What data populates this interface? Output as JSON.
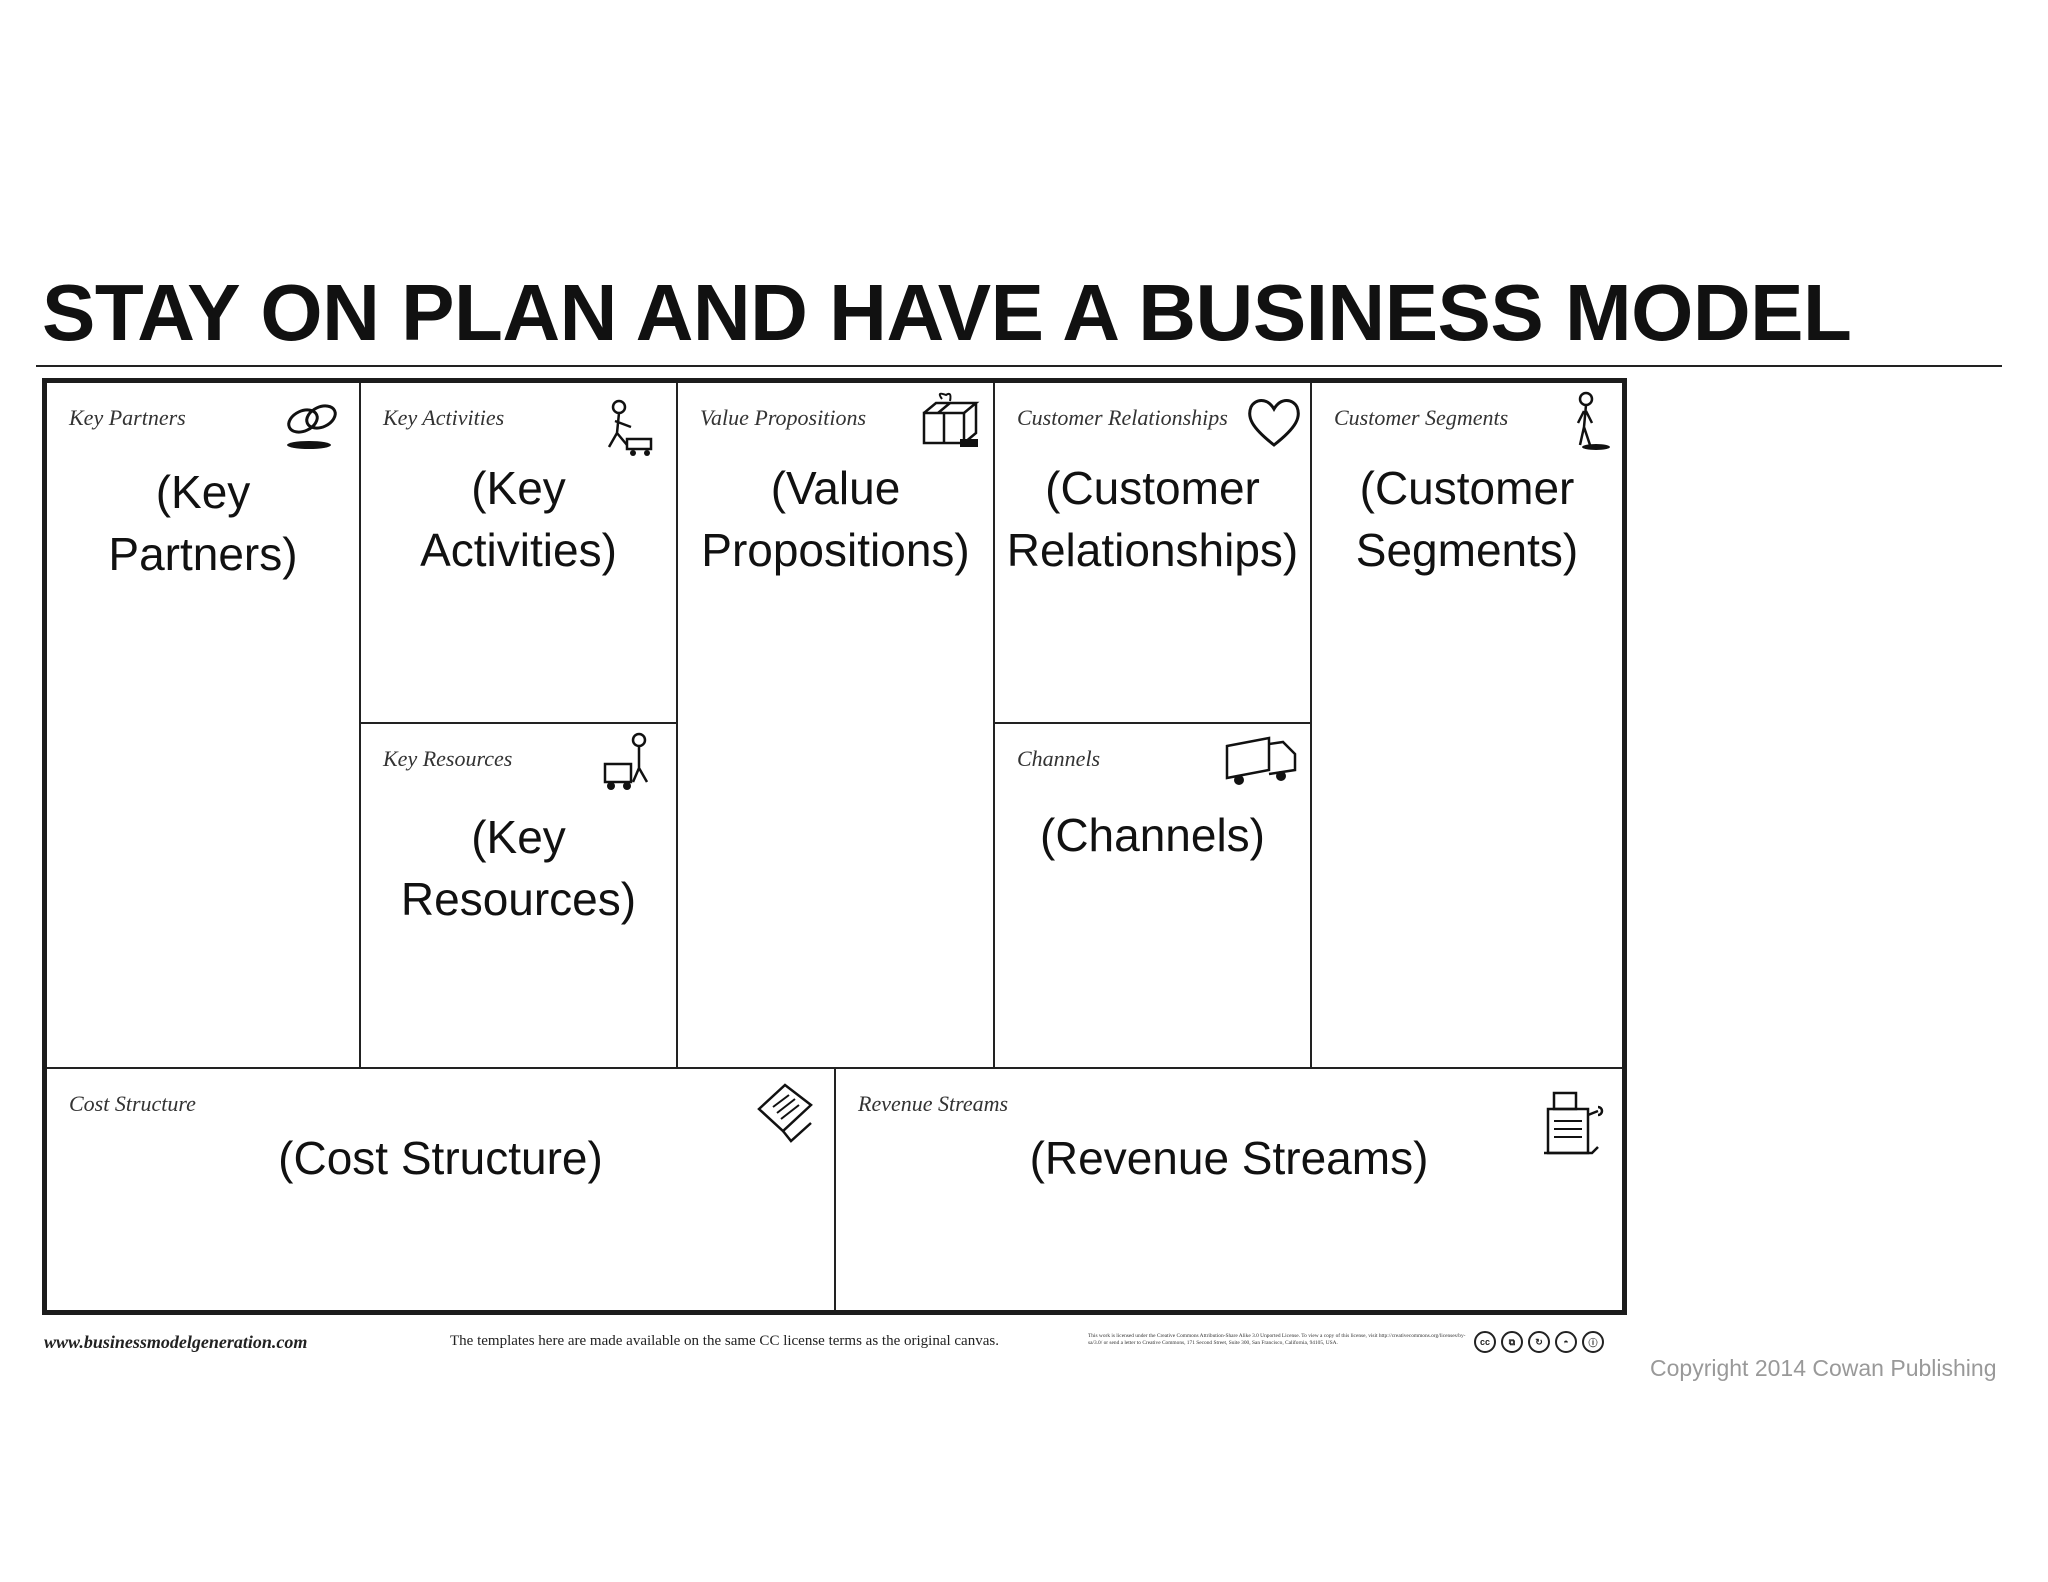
{
  "page": {
    "title": "STAY ON PLAN AND HAVE A BUSINESS MODEL"
  },
  "canvas": {
    "key_partners": {
      "label": "Key Partners",
      "lines": [
        "(Key",
        "Partners)"
      ],
      "icon": "chain-link-icon"
    },
    "key_activities": {
      "label": "Key Activities",
      "lines": [
        "(Key",
        "Activities)"
      ],
      "icon": "worker-icon"
    },
    "key_resources": {
      "label": "Key Resources",
      "lines": [
        "(Key",
        "Resources)"
      ],
      "icon": "forklift-worker-icon"
    },
    "value_propositions": {
      "label": "Value Propositions",
      "lines": [
        "(Value",
        "Propositions)"
      ],
      "icon": "gift-box-icon"
    },
    "customer_relationships": {
      "label": "Customer Relationships",
      "lines": [
        "(Customer",
        "Relationships)"
      ],
      "icon": "heart-icon"
    },
    "channels": {
      "label": "Channels",
      "lines": [
        "(Channels)"
      ],
      "icon": "truck-icon"
    },
    "customer_segments": {
      "label": "Customer Segments",
      "lines": [
        "(Customer",
        "Segments)"
      ],
      "icon": "person-icon"
    },
    "cost_structure": {
      "label": "Cost Structure",
      "lines": [
        "(Cost Structure)"
      ],
      "icon": "price-tag-icon"
    },
    "revenue_streams": {
      "label": "Revenue Streams",
      "lines": [
        "(Revenue Streams)"
      ],
      "icon": "cash-register-icon"
    }
  },
  "footer": {
    "site": "www.businessmodelgeneration.com",
    "templates_note": "The templates here are made available on the same CC license terms as the original canvas.",
    "license_text": "This work is licensed under the Creative Commons Attribution-Share Alike 3.0 Unported License. To view a copy of this license, visit http://creativecommons.org/licenses/by-sa/3.0/ or send a letter to Creative Commons, 171 Second Street, Suite 300, San Francisco, California, 94105, USA.",
    "cc_icons": [
      "cc-icon",
      "copy-icon",
      "share-alike-icon",
      "noncommercial-icon",
      "attribution-icon"
    ],
    "copyright": "Copyright 2014 Cowan Publishing"
  }
}
